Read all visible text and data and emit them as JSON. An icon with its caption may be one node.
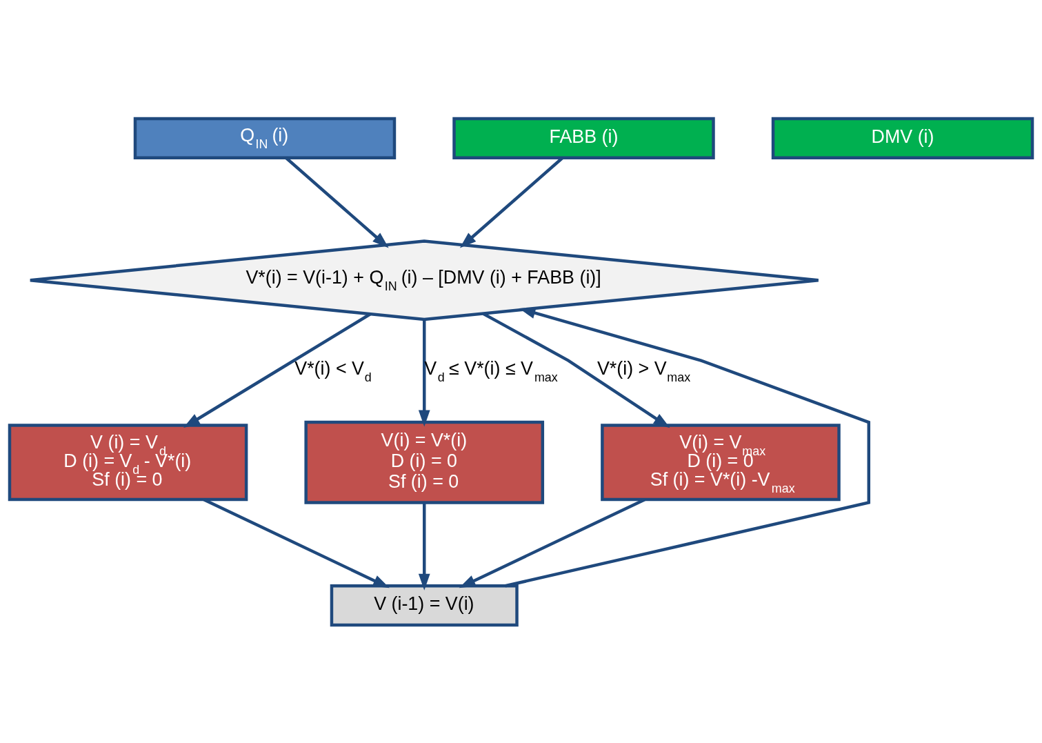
{
  "diagram": {
    "nodes": [
      {
        "text": [
          "Q$_{IN}$ (i)"
        ]
      },
      {
        "text": [
          "DMV (i)"
        ]
      },
      {
        "text": [
          "FABB (i)"
        ]
      },
      {
        "text": [
          "V*(i) = V(i-1) + Q$_{IN}$ (i) – [DMV (i) + FABB (i)]"
        ]
      },
      {
        "text": [
          "V (i) = V$_{d}$",
          "D (i) = V$_{d}$ - V*(i)",
          "Sf (i) = 0"
        ]
      },
      {
        "text": [
          "V(i) = V*(i)",
          "D (i) = 0",
          "Sf (i) = 0"
        ]
      },
      {
        "text": [
          "V(i) = V$_{max}$",
          "D (i) = 0",
          "Sf (i) = V*(i) -V$_{max}$"
        ]
      },
      {
        "text": [
          "V (i-1) = V(i)"
        ]
      }
    ],
    "edges": [
      {
        "from": 0,
        "to": 3,
        "arrow": "to"
      },
      {
        "from": 2,
        "to": 3,
        "arrow": "to"
      },
      {
        "from": 7,
        "to": 3,
        "arrow": "to"
      },
      {
        "from": 3,
        "to": 4,
        "arrow": "to",
        "label": "V*(i) < V$_{d}$"
      },
      {
        "from": 3,
        "to": 5,
        "arrow": "to",
        "label": "V$_{d}$ ≤ V*(i) ≤ V$_{max}$"
      },
      {
        "from": 3,
        "to": 6,
        "arrow": "to",
        "label": "V*(i) > V$_{max}$"
      },
      {
        "from": 4,
        "to": 7,
        "arrow": "to"
      },
      {
        "from": 5,
        "to": 7,
        "arrow": "to"
      },
      {
        "from": 6,
        "to": 7,
        "arrow": "to"
      }
    ]
  }
}
